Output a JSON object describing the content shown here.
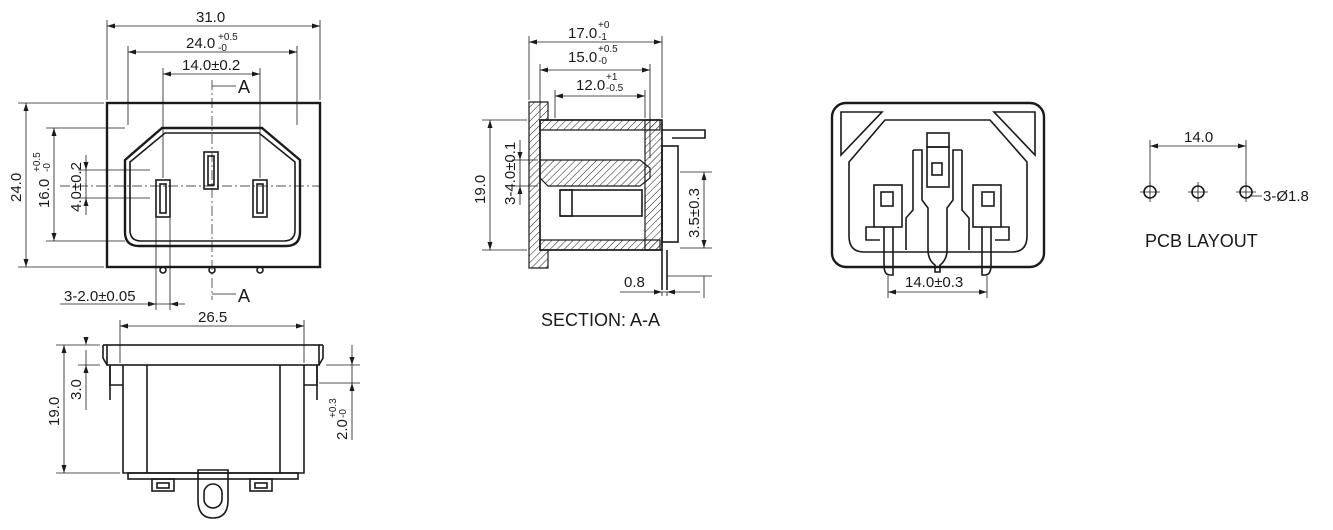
{
  "dims": {
    "d_31": "31.0",
    "d_24_main": "24.0",
    "d_24_tol_top": "+0.5",
    "d_24_tol_bot": "-0",
    "d_14_02": "14.0±0.2",
    "d_24_0": "24.0",
    "d_16_main": "16.0",
    "d_16_tol_top": "+0.5",
    "d_16_tol_bot": "-0",
    "d_4_02": "4.0±0.2",
    "d_3_2": "3-2.0±0.05",
    "d_26_5": "26.5",
    "d_19_front": "19.0",
    "d_3_0": "3.0",
    "d_2_main": "2.0",
    "d_2_tol_top": "+0.3",
    "d_2_tol_bot": "-0",
    "d_17_main": "17.0",
    "d_17_tol_top": "+0",
    "d_17_tol_bot": "-1",
    "d_15_main": "15.0",
    "d_15_tol_top": "+0.5",
    "d_15_tol_bot": "-0",
    "d_12_main": "12.0",
    "d_12_tol_top": "+1",
    "d_12_tol_bot": "-0.5",
    "d_19_section": "19.0",
    "d_3_4": "3-4.0±0.1",
    "d_3_5": "3.5±0.3",
    "d_0_8": "0.8",
    "d_14_03": "14.0±0.3",
    "d_14_pcb": "14.0",
    "d_3_18": "3-Ø1.8"
  },
  "labels": {
    "section_mark_top": "A",
    "section_mark_bottom": "A",
    "section_title": "SECTION: A-A",
    "pcb_title": "PCB LAYOUT"
  }
}
